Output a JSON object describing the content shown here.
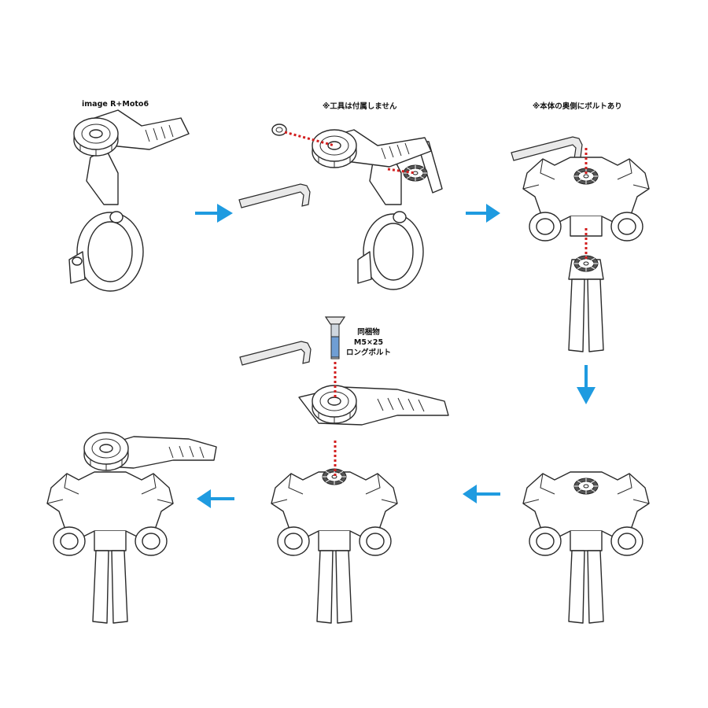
{
  "captions": {
    "step1": "image R+Moto6",
    "step2": "※工具は付属しません",
    "step3": "※本体の奥側にボルトあり"
  },
  "bolt_note": {
    "line1": "同梱物",
    "line2": "M5×25",
    "line3": "ロングボルト"
  },
  "colors": {
    "arrow": "#1f9be0",
    "bolt_path": "#d21e1e",
    "line_art": "#2a2a2a"
  }
}
